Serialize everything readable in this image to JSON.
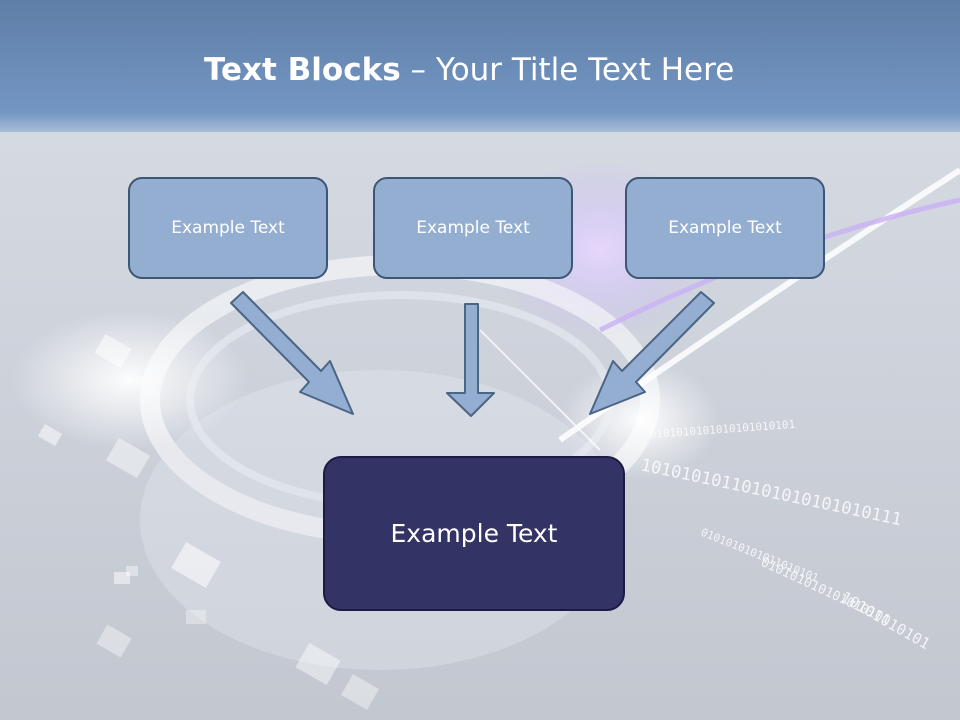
{
  "title": {
    "bold": "Text Blocks",
    "dash": " – ",
    "rest": "Your Title Text Here"
  },
  "top_boxes": [
    {
      "label": "Example Text"
    },
    {
      "label": "Example Text"
    },
    {
      "label": "Example Text"
    }
  ],
  "bottom_box": {
    "label": "Example Text"
  },
  "binary_text": [
    "0101010101010101010101",
    "10101010110101010101010111",
    "0101010101011010101",
    "010101010101010101",
    "10101010101"
  ],
  "colors": {
    "header": "#6d8fbb",
    "box_fill": "#93aed0",
    "box_border": "#3d5675",
    "center_box": "#333366",
    "arrow_fill": "#93aed0",
    "arrow_stroke": "#4a6585"
  }
}
